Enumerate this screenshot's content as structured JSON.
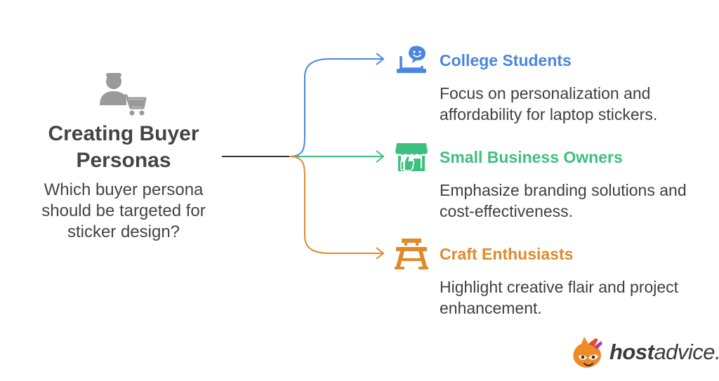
{
  "center": {
    "title": "Creating Buyer Personas",
    "question": "Which buyer persona should be targeted for sticker design?",
    "icon": "person-with-cart-icon"
  },
  "branches": [
    {
      "title": "College Students",
      "description": "Focus on personalization and affordability for laptop stickers.",
      "color": "#4a86e0",
      "icon": "laptop-chat-icon"
    },
    {
      "title": "Small Business Owners",
      "description": "Emphasize branding solutions and cost-effectiveness.",
      "color": "#3fbf7f",
      "icon": "storefront-thumbs-up-icon"
    },
    {
      "title": "Craft Enthusiasts",
      "description": "Highlight creative flair and project enhancement.",
      "color": "#e08a2b",
      "icon": "workbench-icon"
    }
  ],
  "logo": {
    "text_bold": "host",
    "text_regular": "advice."
  }
}
